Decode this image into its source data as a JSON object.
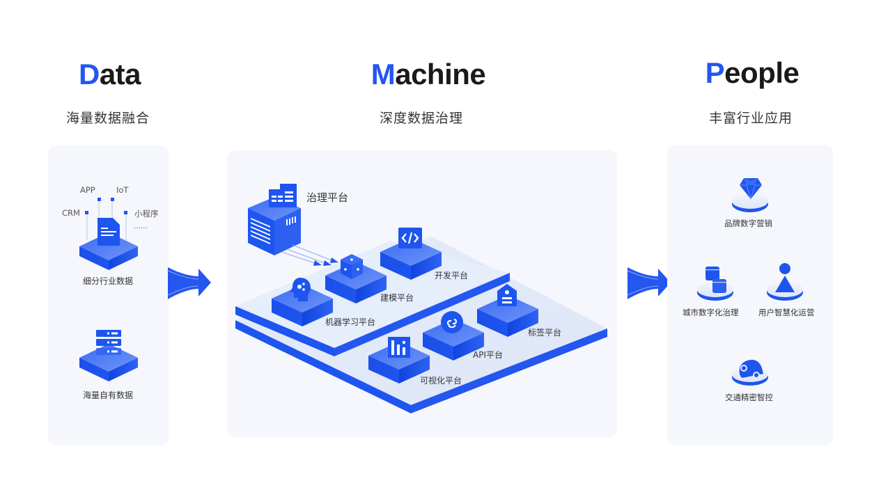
{
  "columns": {
    "data": {
      "initial": "D",
      "rest": "ata",
      "subtitle": "海量数据融合",
      "sources": {
        "app": "APP",
        "iot": "IoT",
        "crm": "CRM",
        "miniprogram": "小程序",
        "more": "……"
      },
      "items": [
        {
          "label": "细分行业数据",
          "icon": "document-icon"
        },
        {
          "label": "海量自有数据",
          "icon": "server-icon"
        }
      ]
    },
    "machine": {
      "initial": "M",
      "rest": "achine",
      "subtitle": "深度数据治理",
      "governance": {
        "label": "治理平台",
        "icon": "building-box-icon"
      },
      "platforms": [
        {
          "label": "开发平台",
          "icon": "code-icon"
        },
        {
          "label": "建模平台",
          "icon": "cube-icon"
        },
        {
          "label": "机器学习平台",
          "icon": "ai-head-icon"
        },
        {
          "label": "标签平台",
          "icon": "tag-icon"
        },
        {
          "label": "API平台",
          "icon": "link-icon"
        },
        {
          "label": "可视化平台",
          "icon": "bar-chart-icon"
        }
      ]
    },
    "people": {
      "initial": "P",
      "rest": "eople",
      "subtitle": "丰富行业应用",
      "items": [
        {
          "label": "品牌数字营销",
          "icon": "diamond-icon"
        },
        {
          "label": "城市数字化治理",
          "icon": "stacked-blocks-icon"
        },
        {
          "label": "用户智慧化运营",
          "icon": "user-cone-icon"
        },
        {
          "label": "交通精密智控",
          "icon": "car-icon"
        }
      ]
    }
  },
  "colors": {
    "accent": "#2456f0",
    "panel_bg": "#f5f7fc",
    "title_text": "#1a1a1a"
  }
}
